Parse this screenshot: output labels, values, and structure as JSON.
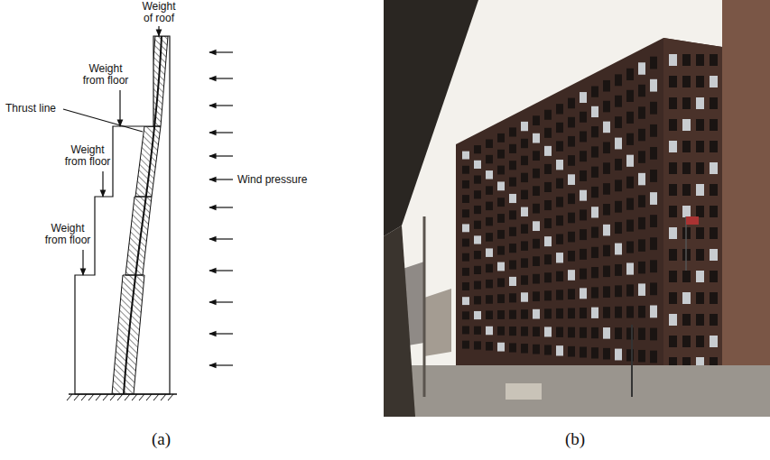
{
  "diagram": {
    "labels": [
      "Weight of roof",
      "Weight from floor",
      "Thrust line",
      "Weight from floor",
      "Weight from floor",
      "Wind pressure",
      "(a)",
      "(b)"
    ]
  }
}
